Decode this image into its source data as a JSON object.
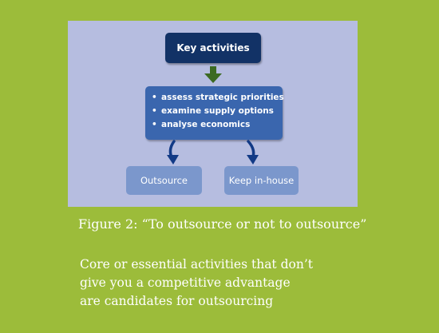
{
  "diagram": {
    "top_box": "Key activities",
    "middle_items": [
      "assess strategic priorities",
      "examine supply options",
      "analyse economics"
    ],
    "bullet": "•",
    "left_outcome": "Outsource",
    "right_outcome": "Keep in-house"
  },
  "caption": "Figure 2: “To outsource or not to outsource”",
  "body_lines": [
    "Core or essential activities that don’t",
    "give you a competitive advantage",
    "are candidates for outsourcing"
  ],
  "colors": {
    "background": "#9cbc3a",
    "panel": "#b6bde0",
    "top_box": "#123266",
    "middle_box": "#3a66ae",
    "outcome_box": "#7b97cc",
    "down_arrow": "#3c6a22",
    "curved_arrows": "#123a86"
  }
}
